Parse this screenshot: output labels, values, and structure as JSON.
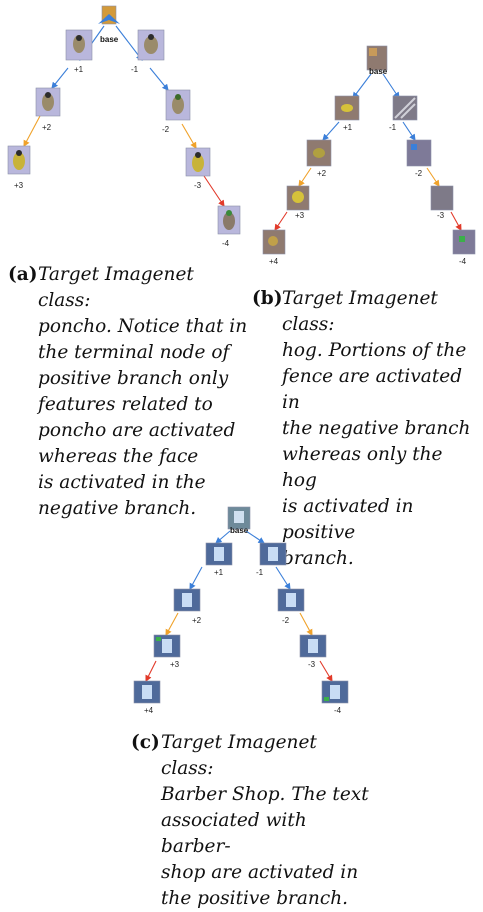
{
  "figure_a": {
    "tag": "(a)",
    "caption": "Target Imagenet class: poncho. Notice that in the terminal node of positive branch only features related to poncho are activated whereas the face is activated in the negative branch.",
    "caption_lines": [
      "Target Imagenet class:",
      "poncho. Notice that in",
      "the terminal node of",
      "positive branch only",
      "features related to",
      "poncho are activated",
      "whereas the face",
      "is activated in the",
      "negative branch."
    ],
    "nodes": {
      "base": "base",
      "p1": "+1",
      "p2": "+2",
      "p3": "+3",
      "n1": "-1",
      "n2": "-2",
      "n3": "-3",
      "n4": "-4"
    }
  },
  "figure_b": {
    "tag": "(b)",
    "caption": "Target Imagenet class: hog. Portions of the fence are activated in the negative branch whereas only the hog is activated in positive branch.",
    "caption_lines": [
      "Target Imagenet class:",
      "hog. Portions of the",
      "fence are activated in",
      "the negative branch",
      "whereas only the hog",
      "is activated in positive",
      "branch."
    ],
    "nodes": {
      "base": "base",
      "p1": "+1",
      "p2": "+2",
      "p3": "+3",
      "p4": "+4",
      "n1": "-1",
      "n2": "-2",
      "n3": "-3",
      "n4": "-4"
    }
  },
  "figure_c": {
    "tag": "(c)",
    "caption": "Target Imagenet class: Barber Shop. The text associated with barber-shop are activated in the positive branch.",
    "caption_lines": [
      "Target Imagenet class:",
      "Barber Shop. The text",
      "associated with barber-",
      "shop are activated in",
      "the positive branch."
    ],
    "nodes": {
      "base": "base",
      "p1": "+1",
      "p2": "+2",
      "p3": "+3",
      "p4": "+4",
      "n1": "-1",
      "n2": "-2",
      "n3": "-3",
      "n4": "-4"
    }
  },
  "colors": {
    "edge_level1": "#3b7fd9",
    "edge_level2": "#f0a22a",
    "edge_level3": "#e23a2a",
    "thumb_a": "#b9b7dc",
    "thumb_b": "#8f7a70",
    "thumb_c": "#4f6a9a"
  }
}
